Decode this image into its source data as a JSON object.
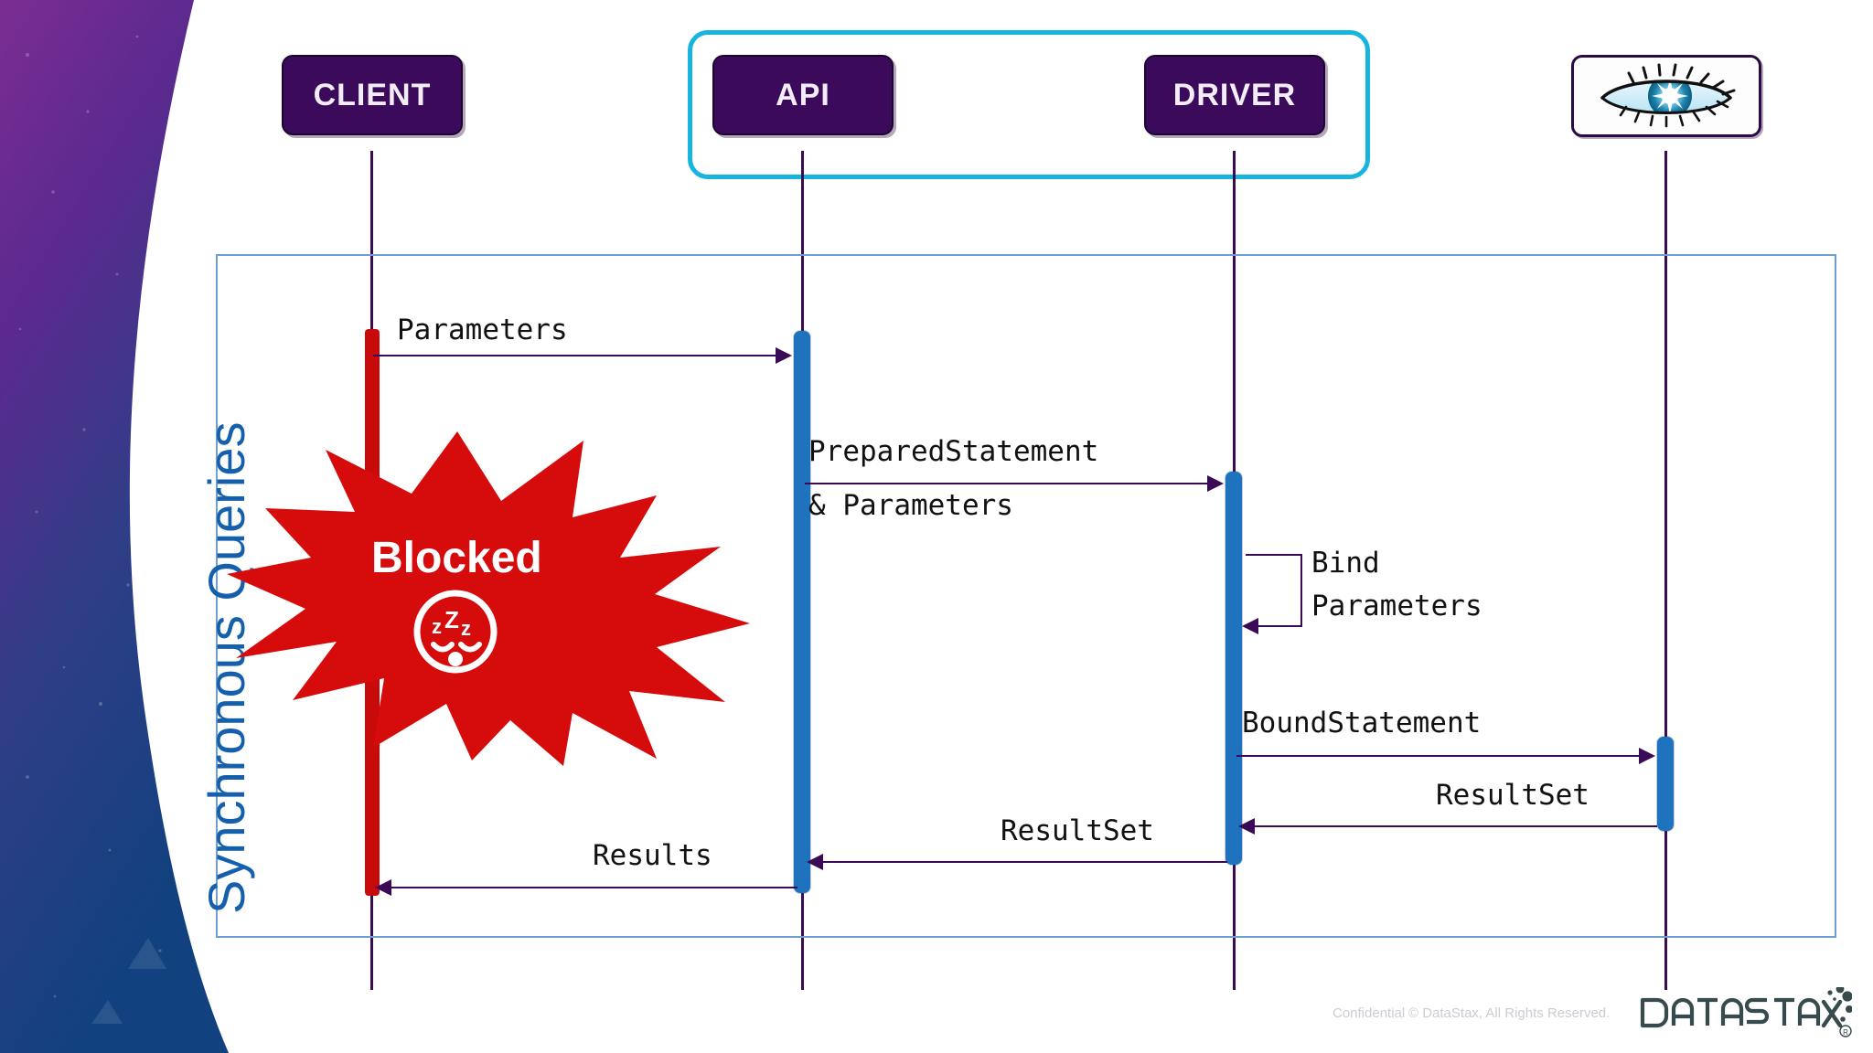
{
  "slide": {
    "title": "Synchronous Queries",
    "title_color": "#1560ac",
    "accent_cyan": "#18b4e0",
    "actor_fill": "#3B0A5B",
    "activation_blue": "#1f72bd",
    "activation_red": "#c80a0a",
    "message_color": "#3b0a57",
    "frame_border": "#6f9fd0"
  },
  "actors": [
    {
      "id": "client",
      "label": "CLIENT",
      "type": "text"
    },
    {
      "id": "api",
      "label": "API",
      "type": "text"
    },
    {
      "id": "driver",
      "label": "DRIVER",
      "type": "text"
    },
    {
      "id": "cassandra",
      "label": "cassandra-eye-icon",
      "type": "icon"
    }
  ],
  "highlight": {
    "name": "api-driver-highlight",
    "color": "#18b4e0",
    "covers": [
      "API",
      "DRIVER"
    ]
  },
  "messages": [
    {
      "id": "m1",
      "label": "Parameters",
      "from": "client",
      "to": "api",
      "direction": "right"
    },
    {
      "id": "m2",
      "label": "PreparedStatement",
      "from": "api",
      "to": "driver",
      "direction": "right"
    },
    {
      "id": "m2b",
      "label": "& Parameters",
      "from": "api",
      "to": "driver",
      "direction": "right"
    },
    {
      "id": "m3",
      "label": "Bind",
      "from": "driver",
      "to": "driver",
      "direction": "self"
    },
    {
      "id": "m3b",
      "label": "Parameters",
      "from": "driver",
      "to": "driver",
      "direction": "self"
    },
    {
      "id": "m4",
      "label": "BoundStatement",
      "from": "driver",
      "to": "cassandra",
      "direction": "right"
    },
    {
      "id": "m5",
      "label": "ResultSet",
      "from": "cassandra",
      "to": "driver",
      "direction": "left"
    },
    {
      "id": "m6",
      "label": "ResultSet",
      "from": "driver",
      "to": "api",
      "direction": "left"
    },
    {
      "id": "m7",
      "label": "Results",
      "from": "api",
      "to": "client",
      "direction": "left"
    }
  ],
  "burst": {
    "text": "Blocked",
    "icon": "sleeping-face-zzz-icon",
    "fill": "#d60b0b",
    "text_color": "#ffffff"
  },
  "footer": {
    "confidential": "Confidential",
    "copyright": "© DataStax, All Rights Reserved.",
    "logo": "DATASTAX",
    "logo_mark": "datastax-dots-icon",
    "registered": "®"
  }
}
